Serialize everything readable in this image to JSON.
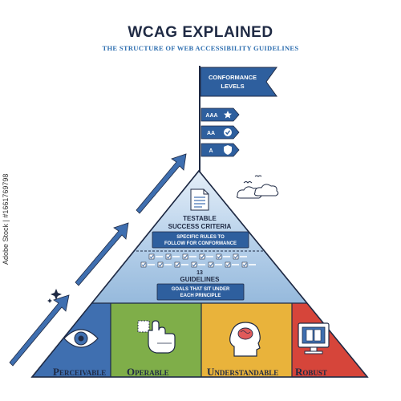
{
  "header": {
    "title": "WCAG EXPLAINED",
    "subtitle": "THE STRUCTURE OF WEB ACCESSIBILITY GUIDELINES"
  },
  "flag": {
    "label_line1": "CONFORMANCE",
    "label_line2": "LEVELS",
    "levels": [
      {
        "label": "AAA",
        "icon": "star-icon"
      },
      {
        "label": "AA",
        "icon": "check-icon"
      },
      {
        "label": "A",
        "icon": "shield-icon"
      }
    ]
  },
  "tier_testable": {
    "title_line1": "TESTABLE",
    "title_line2": "SUCCESS CRITERIA",
    "desc_line1": "SPECIFIC RULES TO",
    "desc_line2": "FOLLOW FOR CONFORMANCE"
  },
  "tier_guidelines": {
    "count": "13",
    "title": "GUIDELINES",
    "desc_line1": "GOALS THAT SIT UNDER",
    "desc_line2": "EACH PRINCIPLE"
  },
  "principles": [
    {
      "first": "P",
      "rest": "ERCEIVABLE",
      "icon": "eye-icon",
      "color": "#3f6fb0"
    },
    {
      "first": "O",
      "rest": "PERABLE",
      "icon": "hand-pointer-icon",
      "color": "#7fae49"
    },
    {
      "first": "U",
      "rest": "NDERSTANDABLE",
      "icon": "head-brain-icon",
      "color": "#e9b33b"
    },
    {
      "first": "R",
      "rest": "OBUST",
      "icon": "monitor-icon",
      "color": "#d6453a"
    }
  ],
  "stock_id": "Adobe Stock | #1661769798",
  "colors": {
    "navy": "#1f2a44",
    "accent_blue": "#2f6fb0",
    "flag_blue": "#2e5f9e",
    "pyramid_top": "#d3e2f1",
    "pyramid_mid": "#9cc0df",
    "pyramid_low": "#6f9ecb"
  }
}
